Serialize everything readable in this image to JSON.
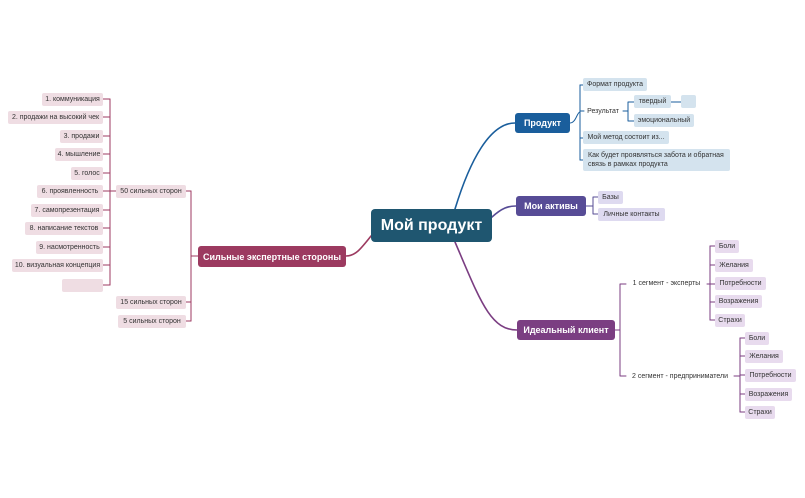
{
  "central": "Мой продукт",
  "colors": {
    "central": "#1f5670",
    "product": "#1a5e9c",
    "assets": "#574c96",
    "client": "#7b3e82",
    "strengths": "#9c3a60"
  },
  "product": {
    "label": "Продукт",
    "format": "Формат продукта",
    "result": "Результат",
    "result_hard": "твердый",
    "result_emotional": "эмоциональный",
    "method": "Мой метод состоит из...",
    "care": "Как будет проявляться забота и обратная связь в рамках продукта"
  },
  "assets": {
    "label": "Мои активы",
    "bases": "Базы",
    "contacts": "Личные контакты"
  },
  "client": {
    "label": "Идеальный клиент",
    "segment1": "1 сегмент - эксперты",
    "segment2": "2 сегмент - предприниматели",
    "items": [
      "Боли",
      "Желания",
      "Потребности",
      "Возражения",
      "Страхи"
    ]
  },
  "strengths": {
    "label": "Сильные экспертные стороны",
    "group50": "50 сильных сторон",
    "group15": "15 сильных сторон",
    "group5": "5 сильных сторон",
    "items": [
      "1. коммуникация",
      "2. продажи на высокий чек",
      "3. продажи",
      "4. мышление",
      "5. голос",
      "6. проявленность",
      "7. самопрезентация",
      "8. написание текстов",
      "9. насмотренность",
      "10. визуальная концепция"
    ]
  }
}
